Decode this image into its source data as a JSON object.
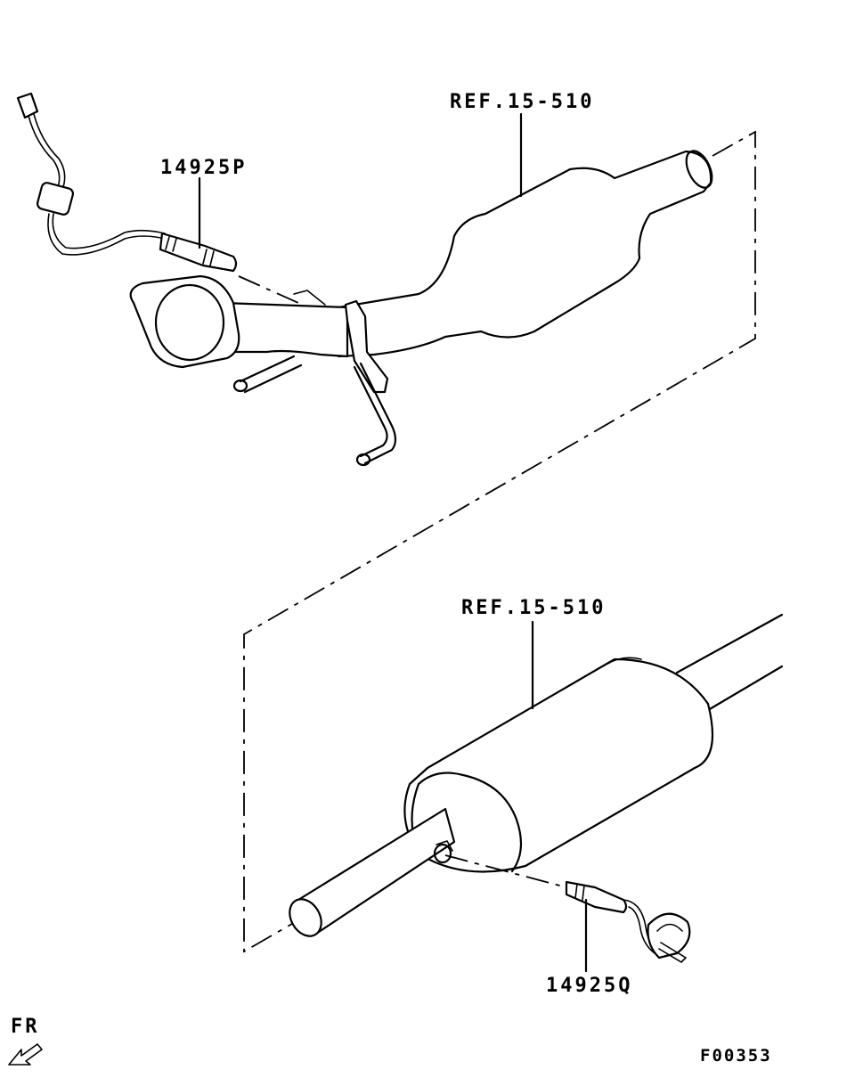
{
  "labels": {
    "ref_upper": "REF.15-510",
    "ref_lower": "REF.15-510",
    "part_front_sensor": "14925P",
    "part_rear_sensor": "14925Q",
    "direction": "FR",
    "figure_code": "F00353"
  }
}
